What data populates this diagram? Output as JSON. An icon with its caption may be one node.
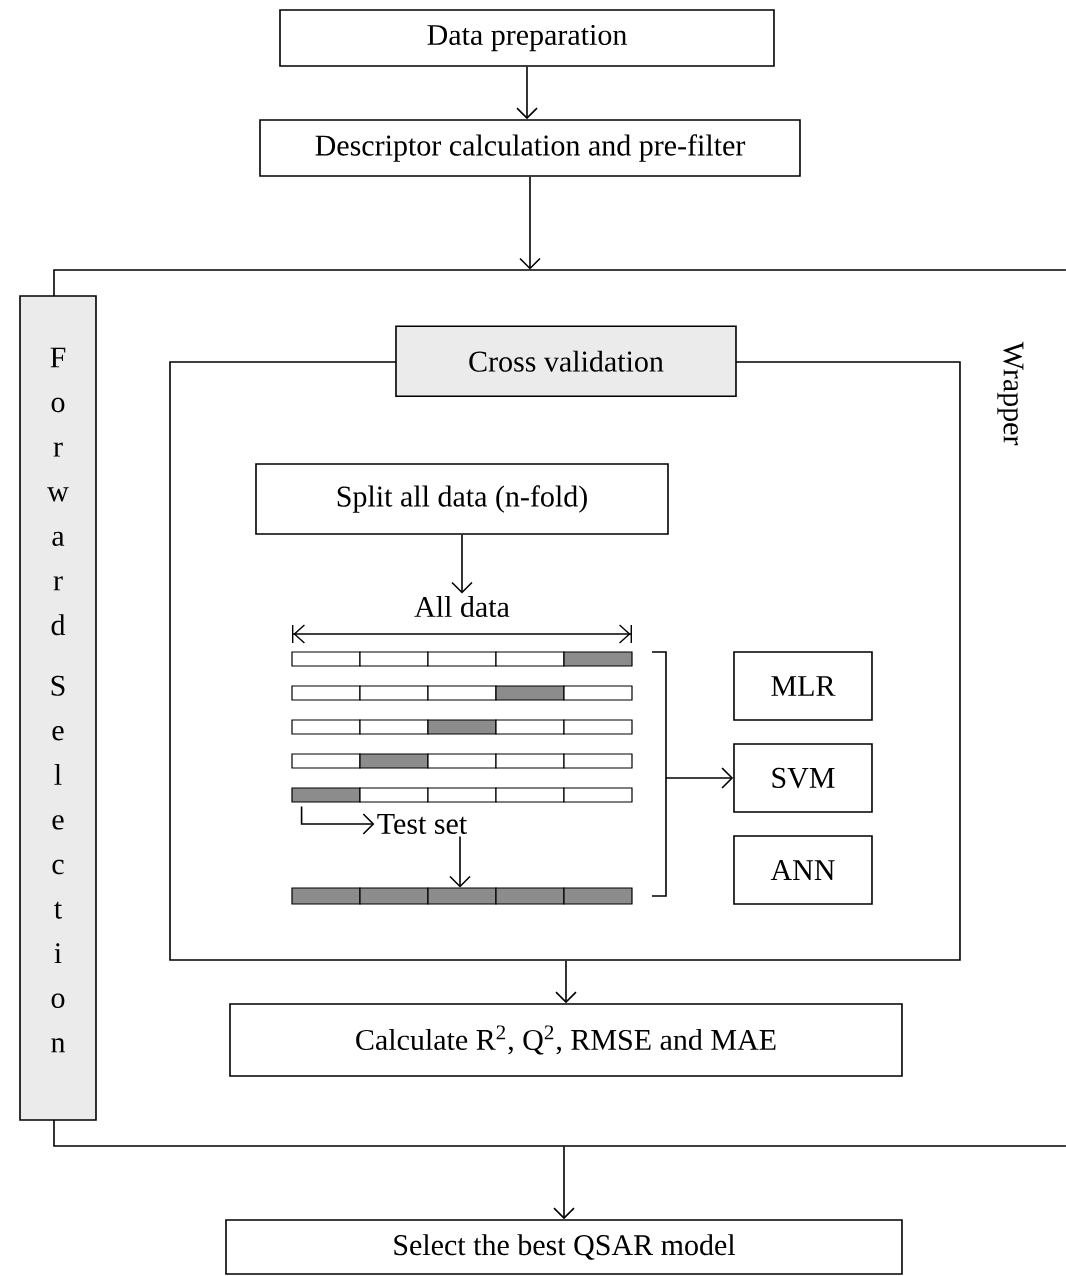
{
  "diagram": {
    "nodes": [
      {
        "text": [
          "Data preparation"
        ]
      },
      {
        "text": [
          "Descriptor calculation and pre-filter"
        ]
      },
      {
        "text": [
          "Wrapper"
        ]
      },
      {
        "text": [
          "Forward Selection"
        ]
      },
      {
        "text": [
          "Cross validation"
        ],
        "in": 2
      },
      {
        "text": [
          "Split all data (n-fold)"
        ],
        "in": 4
      },
      {
        "text": [
          "All data"
        ],
        "in": 4
      },
      {
        "text": [
          "Test set"
        ],
        "in": 4
      },
      {
        "text": [],
        "shape": "bar",
        "in": 4
      },
      {
        "text": [
          "MLR"
        ],
        "in": 4
      },
      {
        "text": [
          "SVM"
        ],
        "in": 4
      },
      {
        "text": [
          "ANN"
        ],
        "in": 4
      },
      {
        "text": [
          "Calculate R$^{2}$, Q$^{2}$, RMSE and MAE"
        ],
        "in": 2
      },
      {
        "text": [
          "Select the best QSAR model"
        ]
      }
    ],
    "edges": [
      {
        "from": 0,
        "to": 1,
        "arrow": "to"
      },
      {
        "from": 1,
        "to": 2,
        "arrow": "to"
      },
      {
        "from": 5,
        "to": 6,
        "arrow": "to"
      },
      {
        "from": 6,
        "to": 7,
        "arrow": "to"
      },
      {
        "from": 7,
        "to": 8,
        "arrow": "to"
      },
      {
        "from": null,
        "to": 10,
        "arrow": "to"
      },
      {
        "from": 4,
        "to": 12,
        "arrow": "to"
      },
      {
        "from": 2,
        "to": 13,
        "arrow": "to"
      }
    ]
  }
}
